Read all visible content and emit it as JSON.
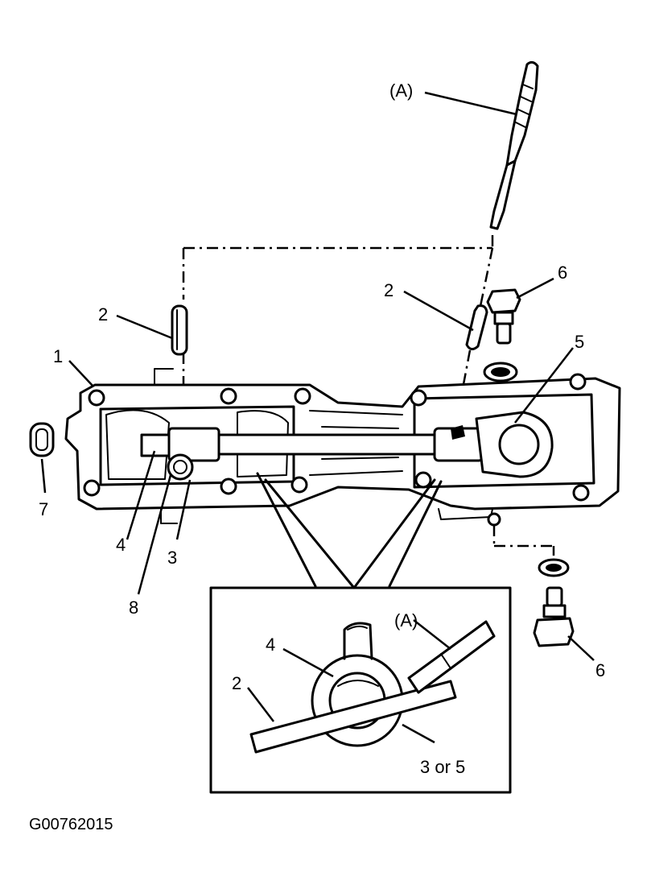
{
  "diagram": {
    "figure_id": "G00762015",
    "callouts": {
      "tool_a": "(A)",
      "pin_left": "2",
      "pin_right": "2",
      "bolt_top": "6",
      "bolt_bottom": "6",
      "case": "1",
      "shift_lever_right": "5",
      "plug": "7",
      "yoke_left": "4",
      "arm_left": "3",
      "pivot": "8",
      "detail_tool_a": "(A)",
      "detail_yoke": "4",
      "detail_pin": "2",
      "detail_arm": "3 or 5"
    },
    "colors": {
      "ink": "#000000",
      "paper": "#ffffff"
    }
  }
}
